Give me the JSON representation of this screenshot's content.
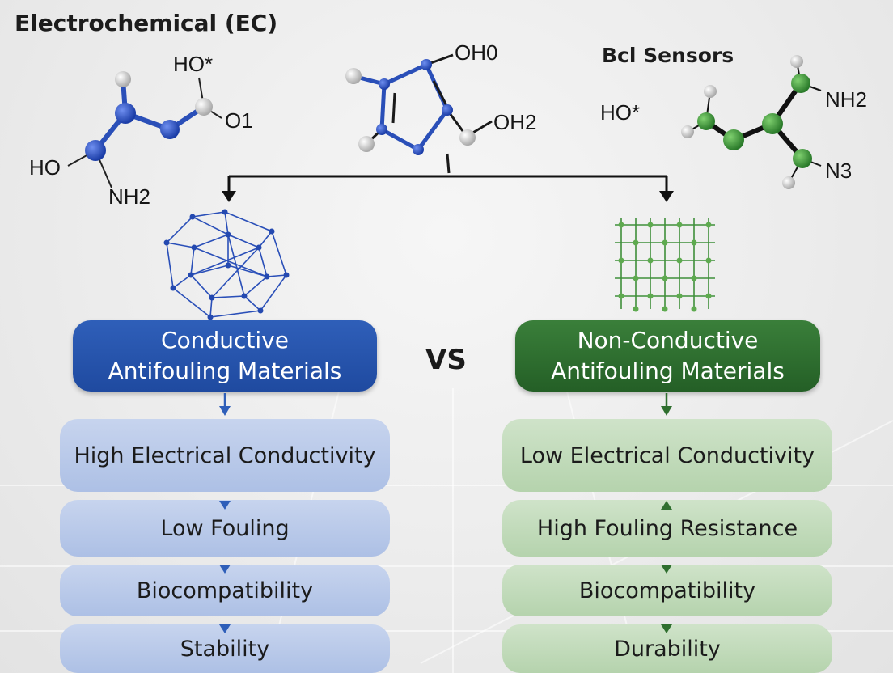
{
  "titles": {
    "left": "Electrochemical (EC)",
    "right": "Bcl Sensors"
  },
  "molecules": {
    "left": {
      "labels": [
        "HO*",
        "O1",
        "HO",
        "NH2"
      ]
    },
    "center": {
      "labels": [
        "OH0",
        "OH2"
      ]
    },
    "right": {
      "labels": [
        "HO*",
        "NH2",
        "N3"
      ]
    }
  },
  "comparison": {
    "vs_label": "VS",
    "left": {
      "header_line1": "Conductive",
      "header_line2": "Antifouling Materials",
      "accent": "#1f4aa0",
      "properties": [
        "High Electrical Conductivity",
        "Low Fouling",
        "Biocompatibility",
        "Stability"
      ]
    },
    "right": {
      "header_line1": "Non-Conductive",
      "header_line2": "Antifouling Materials",
      "accent": "#245f26",
      "properties": [
        "Low Electrical Conductivity",
        "High Fouling Resistance",
        "Biocompatibility",
        "Durability"
      ]
    }
  },
  "icons": {
    "left_structure": "conductive-network-icon",
    "right_structure": "lattice-structure-icon"
  }
}
